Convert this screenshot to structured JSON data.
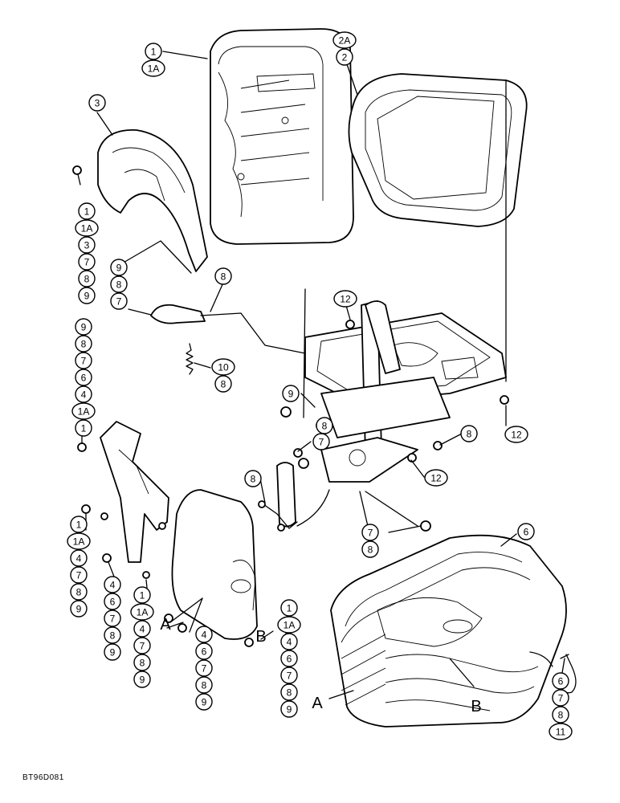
{
  "drawing_code": "BT96D081",
  "stacks": [
    {
      "id": "s-top",
      "items": [
        "1",
        "1A"
      ]
    },
    {
      "id": "s-2",
      "items": [
        "2A",
        "2"
      ]
    },
    {
      "id": "s-3",
      "items": [
        "3"
      ]
    },
    {
      "id": "s-left1",
      "items": [
        "1",
        "1A",
        "3",
        "7",
        "8",
        "9"
      ]
    },
    {
      "id": "s-lever",
      "items": [
        "9",
        "8",
        "7"
      ]
    },
    {
      "id": "s-8a",
      "items": [
        "8"
      ]
    },
    {
      "id": "s-left2",
      "items": [
        "9",
        "8",
        "7",
        "6",
        "4",
        "1A",
        "1"
      ]
    },
    {
      "id": "s-10",
      "items": [
        "10",
        "8"
      ]
    },
    {
      "id": "s-12a",
      "items": [
        "12"
      ]
    },
    {
      "id": "s-9",
      "items": [
        "9"
      ]
    },
    {
      "id": "s-8b",
      "items": [
        "8"
      ]
    },
    {
      "id": "s-7a",
      "items": [
        "7"
      ]
    },
    {
      "id": "s-8c",
      "items": [
        "8"
      ]
    },
    {
      "id": "s-12b",
      "items": [
        "12"
      ]
    },
    {
      "id": "s-12c",
      "items": [
        "12"
      ]
    },
    {
      "id": "s-8d",
      "items": [
        "8"
      ]
    },
    {
      "id": "s-78",
      "items": [
        "7",
        "8"
      ]
    },
    {
      "id": "s-6",
      "items": [
        "6"
      ]
    },
    {
      "id": "s-left3",
      "items": [
        "1",
        "1A",
        "4",
        "7",
        "8",
        "9"
      ]
    },
    {
      "id": "s-4-6",
      "items": [
        "4",
        "6",
        "7",
        "8",
        "9"
      ]
    },
    {
      "id": "s-1-1A-4",
      "items": [
        "1",
        "1A",
        "4",
        "7",
        "8",
        "9"
      ]
    },
    {
      "id": "s-4-6b",
      "items": [
        "4",
        "6",
        "7",
        "8",
        "9"
      ]
    },
    {
      "id": "s-right",
      "items": [
        "1",
        "1A",
        "4",
        "6",
        "7",
        "8",
        "9"
      ]
    },
    {
      "id": "s-clip",
      "items": [
        "6",
        "7",
        "8",
        "11"
      ]
    }
  ],
  "letters": {
    "a1": "A",
    "b1": "B",
    "a2": "A",
    "b2": "B"
  }
}
